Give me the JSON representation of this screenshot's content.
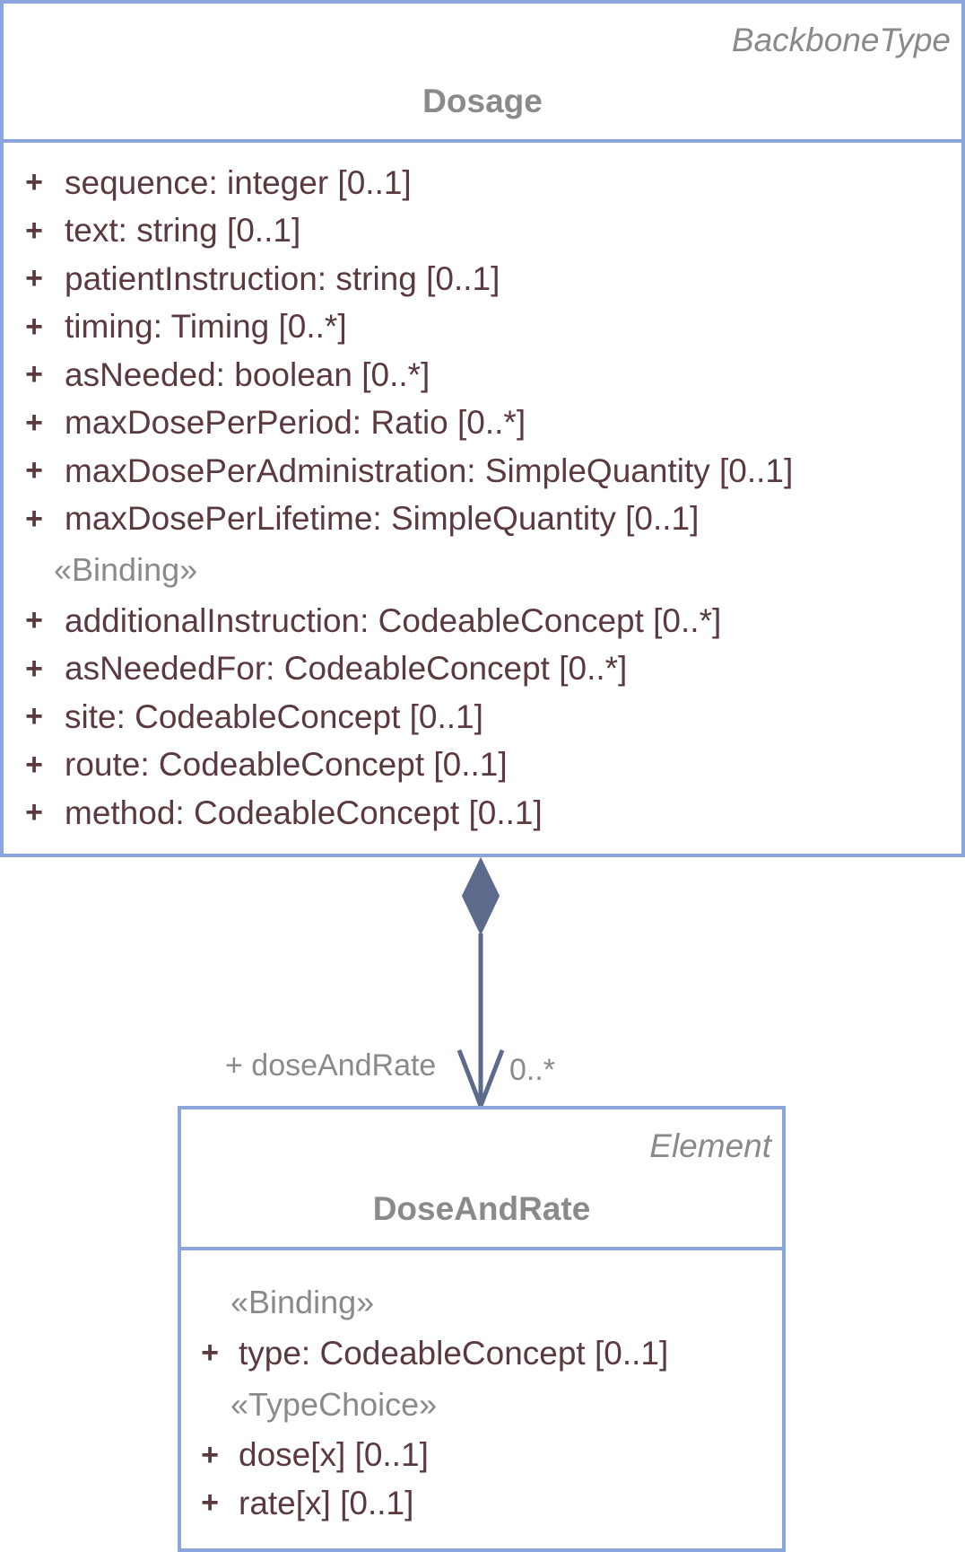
{
  "dosage": {
    "stereotype": "BackboneType",
    "name": "Dosage",
    "attributes": [
      {
        "vis": "+",
        "text": "sequence: integer [0..1]"
      },
      {
        "vis": "+",
        "text": "text: string [0..1]"
      },
      {
        "vis": "+",
        "text": "patientInstruction: string [0..1]"
      },
      {
        "vis": "+",
        "text": "timing: Timing [0..*]"
      },
      {
        "vis": "+",
        "text": "asNeeded: boolean [0..*]"
      },
      {
        "vis": "+",
        "text": "maxDosePerPeriod: Ratio [0..*]"
      },
      {
        "vis": "+",
        "text": "maxDosePerAdministration: SimpleQuantity [0..1]"
      },
      {
        "vis": "+",
        "text": "maxDosePerLifetime: SimpleQuantity [0..1]"
      }
    ],
    "binding_label": "«Binding»",
    "binding_attributes": [
      {
        "vis": "+",
        "text": "additionalInstruction: CodeableConcept [0..*]"
      },
      {
        "vis": "+",
        "text": "asNeededFor: CodeableConcept [0..*]"
      },
      {
        "vis": "+",
        "text": "site: CodeableConcept [0..1]"
      },
      {
        "vis": "+",
        "text": "route: CodeableConcept [0..1]"
      },
      {
        "vis": "+",
        "text": "method: CodeableConcept [0..1]"
      }
    ]
  },
  "association": {
    "role": "+ doseAndRate",
    "multiplicity": "0..*",
    "line_color": "#5c6a8c"
  },
  "dose_and_rate": {
    "stereotype": "Element",
    "name": "DoseAndRate",
    "binding_label": "«Binding»",
    "binding_attributes": [
      {
        "vis": "+",
        "text": "type: CodeableConcept [0..1]"
      }
    ],
    "typechoice_label": "«TypeChoice»",
    "typechoice_attributes": [
      {
        "vis": "+",
        "text": "dose[x] [0..1]"
      },
      {
        "vis": "+",
        "text": "rate[x] [0..1]"
      }
    ]
  },
  "colors": {
    "border": "#8aa6dc",
    "text": "#5a3a3e",
    "muted": "#8a8a8a"
  }
}
